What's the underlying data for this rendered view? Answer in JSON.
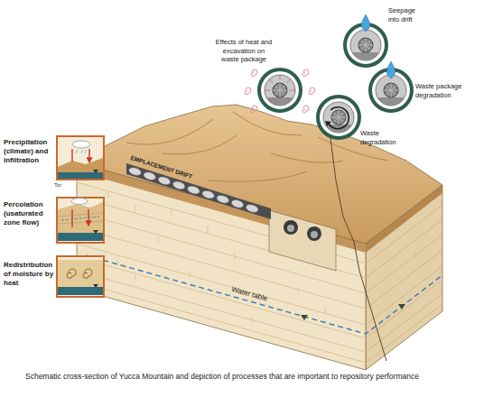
{
  "diagram": {
    "caption": "Schematic cross-section of Yucca Mountain and depiction of processes that are important to repository performance",
    "nodes": [
      {
        "text": [
          "Seepage into drift"
        ]
      },
      {
        "text": [
          "Effects of heat and excavation on waste package"
        ]
      },
      {
        "text": [
          "Waste package degradation"
        ]
      },
      {
        "text": [
          "Waste degradation"
        ]
      },
      {
        "text": [
          "Precipitation (climate) and infiltration"
        ]
      },
      {
        "text": [
          "Percolation (usaturated zone flow)"
        ]
      },
      {
        "text": [
          "Redistribution of moisture by heat"
        ]
      }
    ],
    "labels": [
      "EMPLACEMENT DRIFT",
      "Tcr",
      "Water table"
    ]
  }
}
